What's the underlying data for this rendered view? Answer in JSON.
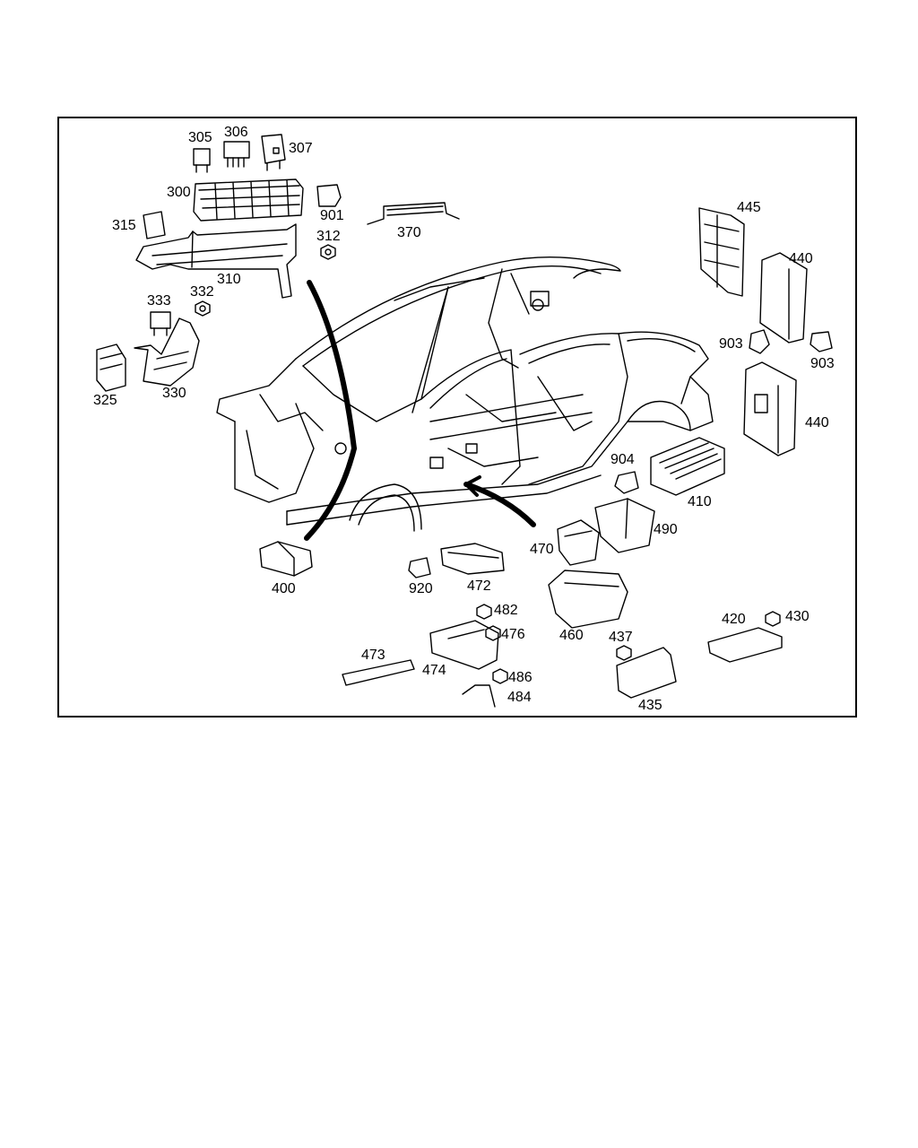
{
  "diagram": {
    "labels": {
      "p305": "305",
      "p306": "306",
      "p307": "307",
      "p300": "300",
      "p901": "901",
      "p315": "315",
      "p312": "312",
      "p310": "310",
      "p370": "370",
      "p333": "333",
      "p332": "332",
      "p325": "325",
      "p330": "330",
      "p445": "445",
      "p440a": "440",
      "p903a": "903",
      "p903b": "903",
      "p440b": "440",
      "p904": "904",
      "p410": "410",
      "p490": "490",
      "p470": "470",
      "p400": "400",
      "p920": "920",
      "p472": "472",
      "p460": "460",
      "p482": "482",
      "p476": "476",
      "p473": "473",
      "p474": "474",
      "p486": "486",
      "p484": "484",
      "p437": "437",
      "p435": "435",
      "p420": "420",
      "p430": "430"
    }
  }
}
